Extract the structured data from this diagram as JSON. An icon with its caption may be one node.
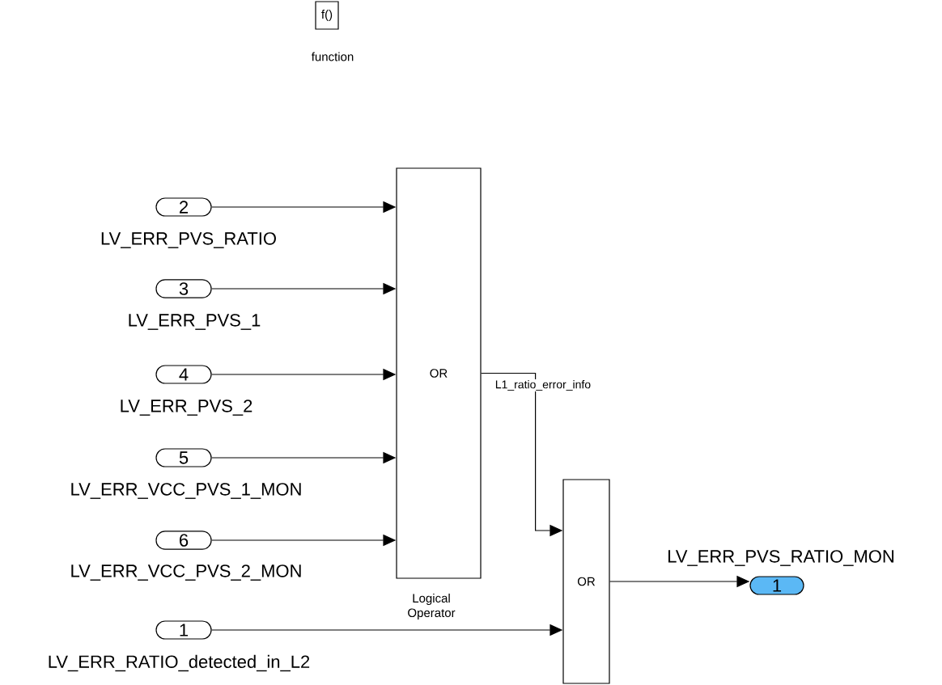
{
  "diagram": {
    "nodes": [
      {
        "text": [
          "f()"
        ],
        "beside": [
          "function"
        ]
      },
      {
        "text": [
          "2"
        ],
        "beside": [
          "LV_ERR_PVS_RATIO"
        ]
      },
      {
        "text": [
          "3"
        ],
        "beside": [
          "LV_ERR_PVS_1"
        ]
      },
      {
        "text": [
          "4"
        ],
        "beside": [
          "LV_ERR_PVS_2"
        ]
      },
      {
        "text": [
          "5"
        ],
        "beside": [
          "LV_ERR_VCC_PVS_1_MON"
        ]
      },
      {
        "text": [
          "6"
        ],
        "beside": [
          "LV_ERR_VCC_PVS_2_MON"
        ]
      },
      {
        "text": [
          "1"
        ],
        "beside": [
          "LV_ERR_RATIO_detected_in_L2"
        ]
      },
      {
        "text": [
          "OR"
        ],
        "beside": [
          "Logical Operator"
        ]
      },
      {
        "text": [
          "OR"
        ]
      },
      {
        "text": [
          "1"
        ],
        "beside": [
          "LV_ERR_PVS_RATIO_MON"
        ]
      }
    ],
    "edges": [
      {
        "from": 1,
        "to": 7,
        "arrow": "to"
      },
      {
        "from": 2,
        "to": 7,
        "arrow": "to"
      },
      {
        "from": 3,
        "to": 7,
        "arrow": "to"
      },
      {
        "from": 4,
        "to": 7,
        "arrow": "to"
      },
      {
        "from": 5,
        "to": 7,
        "arrow": "to"
      },
      {
        "from": 7,
        "to": 8,
        "arrow": "to",
        "label": "L1_ratio_error_info"
      },
      {
        "from": 6,
        "to": 8,
        "arrow": "to"
      },
      {
        "from": 8,
        "to": 9,
        "arrow": "to"
      }
    ]
  }
}
